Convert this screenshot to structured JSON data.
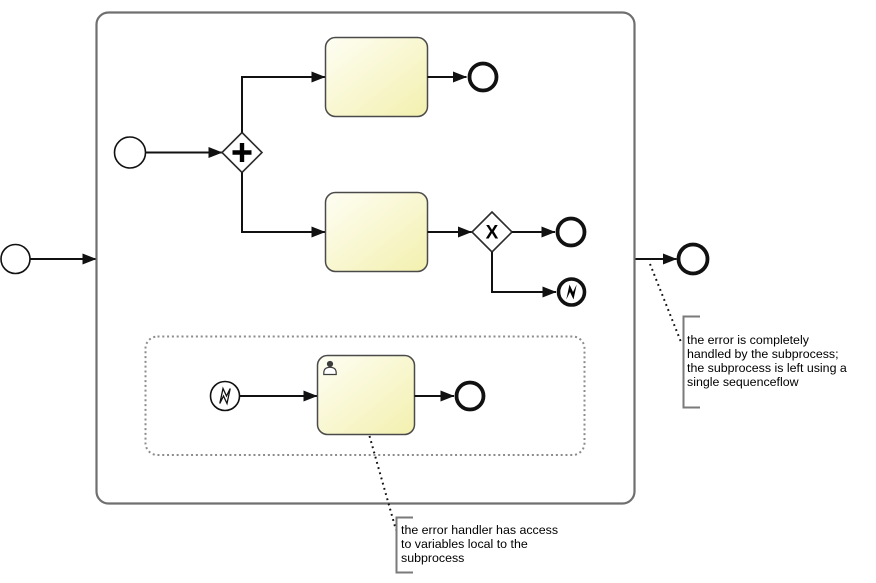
{
  "diagram_type": "BPMN process with embedded subprocess and error handling",
  "colors": {
    "background": "#ffffff",
    "task_fill_top": "#fefef4",
    "task_fill_bottom": "#f3f0ae",
    "task_border": "#4a4a4a",
    "subprocess_border": "#6f6f6f",
    "event_subprocess_border": "#8c8c8c",
    "event_border": "#111111",
    "flow_line": "#111111",
    "annotation_bracket": "#7a7a7a",
    "annotation_text": "#000000"
  },
  "gateways": {
    "parallel_symbol": "+",
    "exclusive_symbol": "X"
  },
  "icons": {
    "parallel_gateway": "plus-icon",
    "exclusive_gateway": "x-letter-icon",
    "error_end_event": "lightning-bolt-icon",
    "error_start_event": "lightning-bolt-icon",
    "user_task": "person-icon"
  },
  "annotations": [
    {
      "id": "error-handled",
      "lines": [
        "the error is completely",
        "handled by the subprocess;",
        "the subprocess is left using a",
        "single sequenceflow"
      ]
    },
    {
      "id": "error-handler-scope",
      "lines": [
        "the error handler has access",
        "to variables local to the",
        "subprocess"
      ]
    }
  ]
}
